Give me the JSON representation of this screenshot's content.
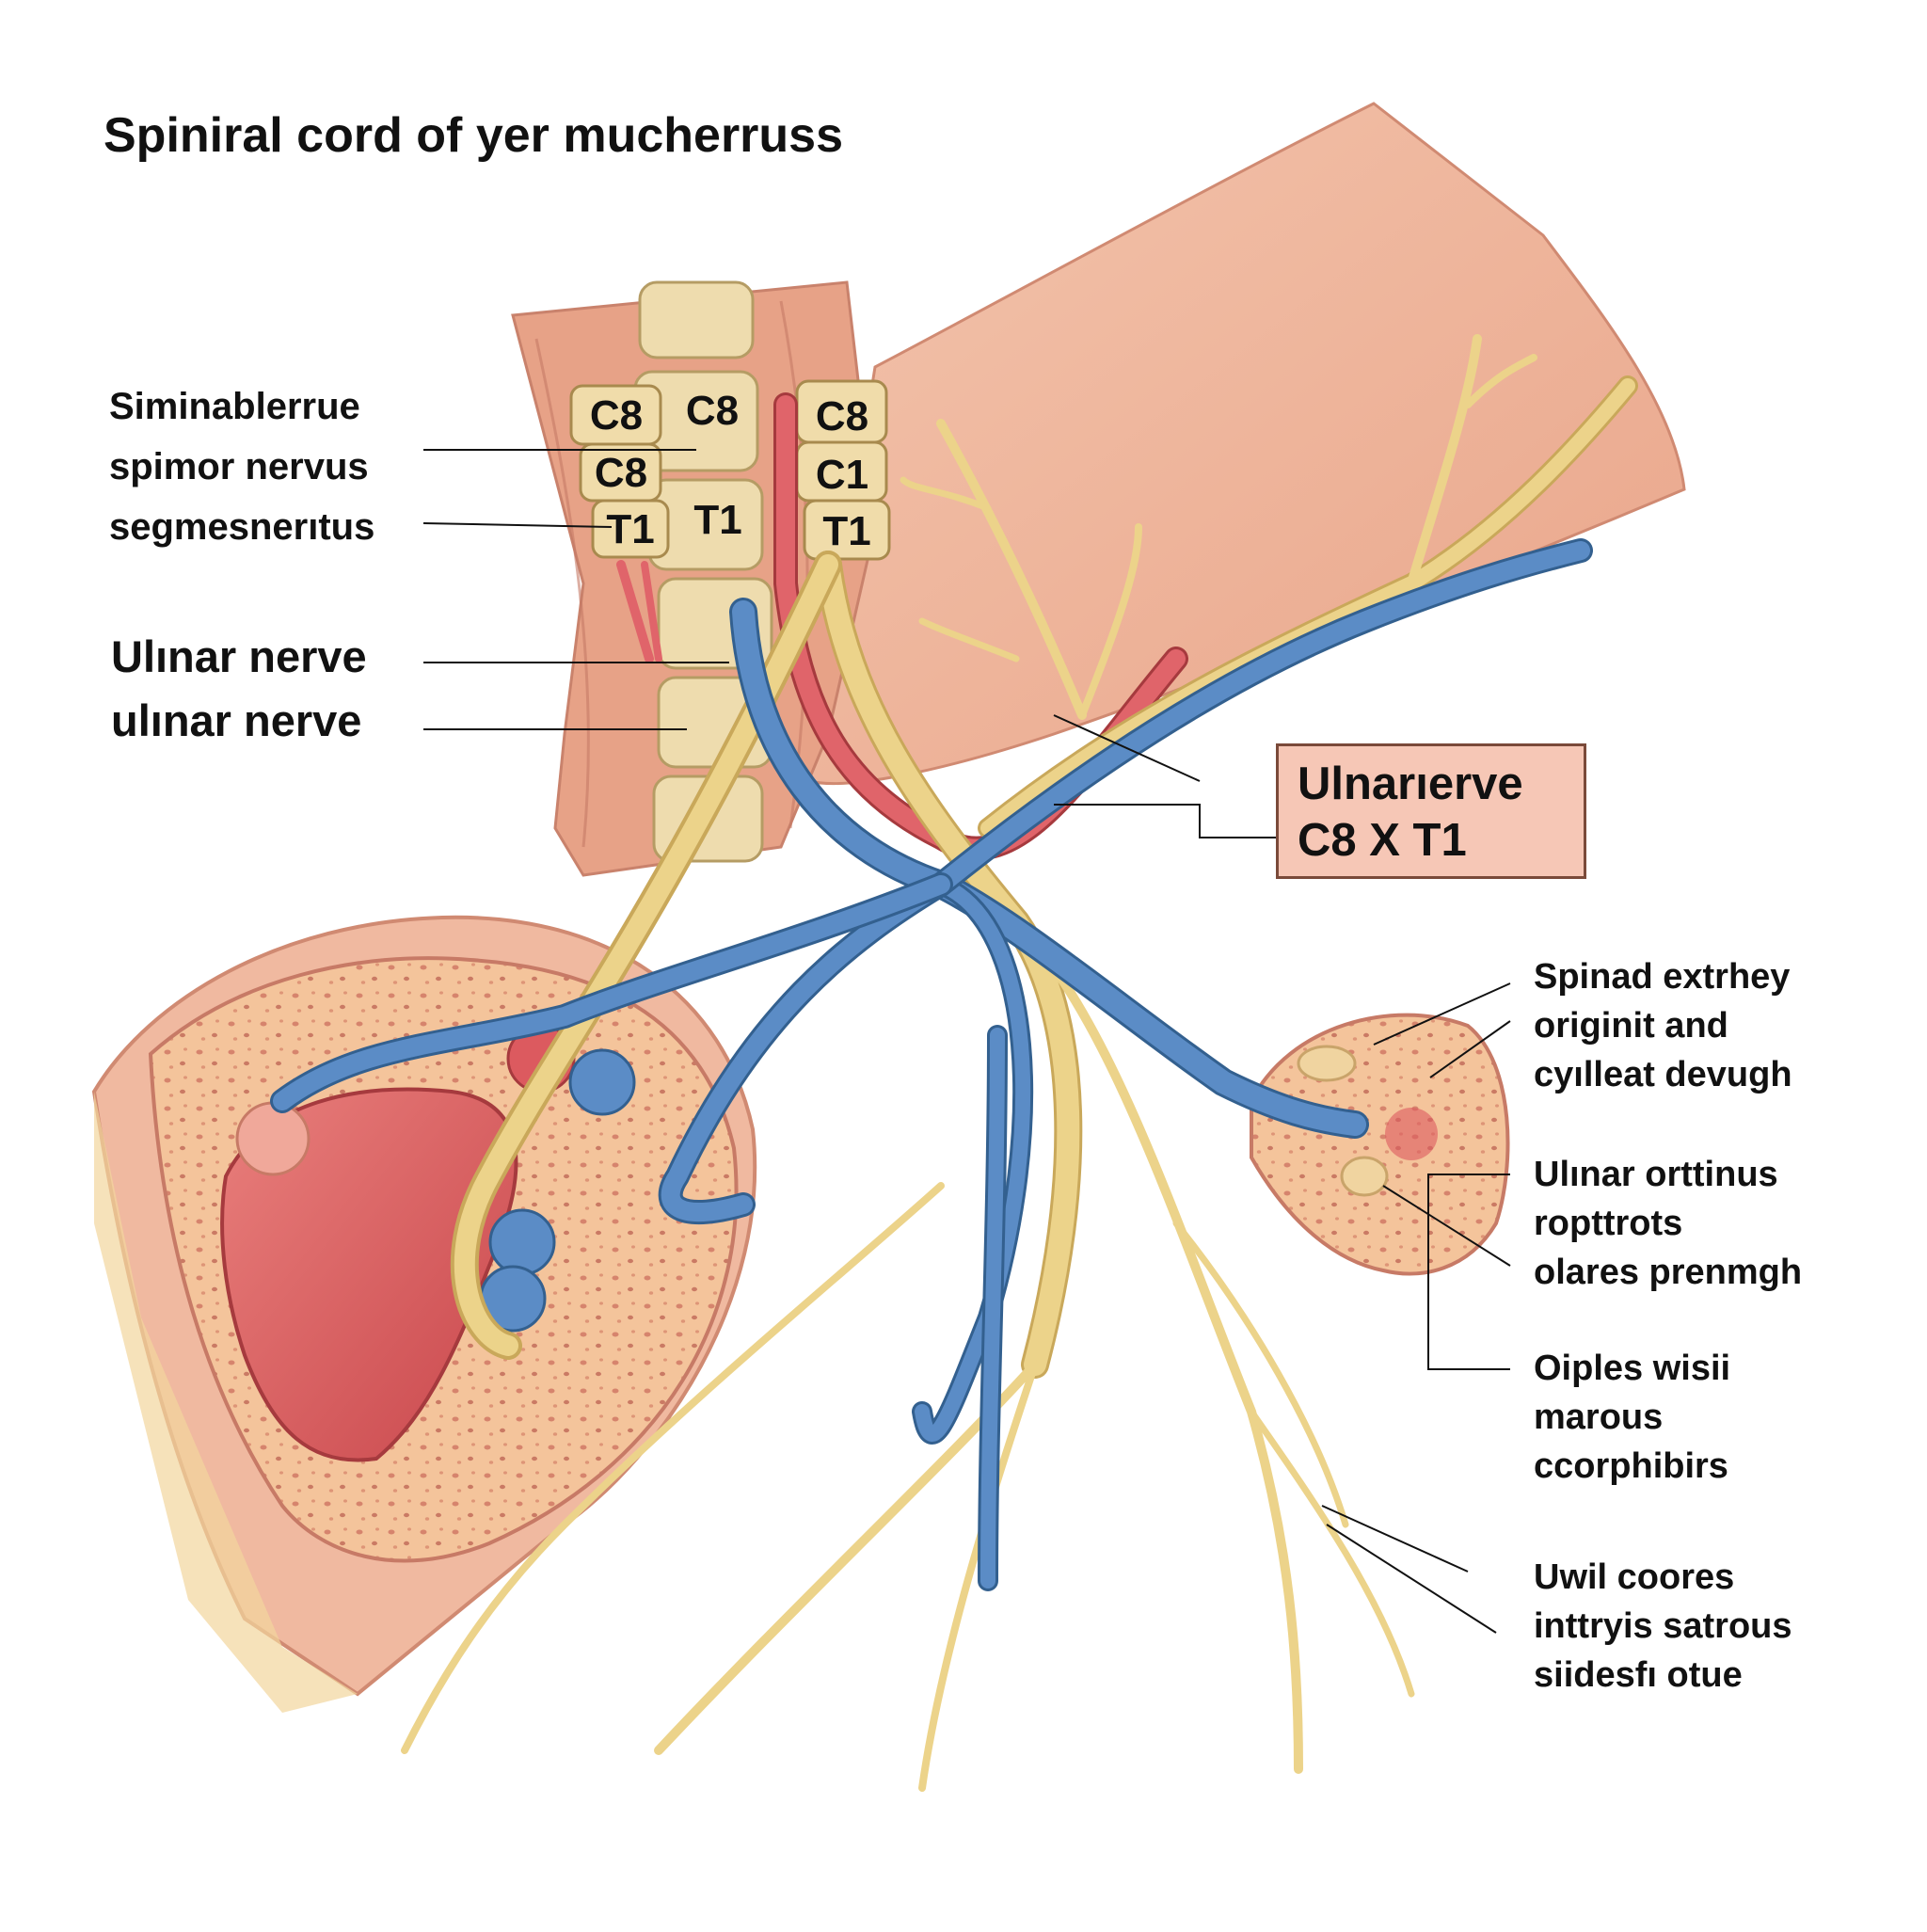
{
  "title": "Spiniral cord of yer mucherruss",
  "left_labels": {
    "top": [
      "Siminablerrue",
      "spimor nervus",
      "segmesnerıtus"
    ],
    "ulnar": [
      "Ulınar nerve",
      "ulınar nerve"
    ]
  },
  "segments": {
    "left": [
      "C8",
      "C8",
      "T1"
    ],
    "middle": [
      "C8",
      "T1"
    ],
    "right": [
      "C8",
      "C1",
      "T1"
    ]
  },
  "callout": [
    "Ulnarıerve",
    "C8   X  T1"
  ],
  "right_labels": [
    [
      "Spinad extrhey",
      "originit and",
      "cyılleat devugh"
    ],
    [
      "Ulınar  orttinus",
      "ropttrots",
      "olares prenmgh"
    ],
    [
      "Oiples wisii",
      "marous",
      "ccorphibirs"
    ],
    [
      "Uwil coores",
      "inttryis satrous",
      "siidesfı otue"
    ]
  ],
  "colors": {
    "skin": "#f0b9a0",
    "bone": "#eedcae",
    "nerve": "#ecd38a",
    "artery": "#e0646a",
    "vein": "#5b8cc6",
    "muscle": "#d45a5c",
    "tissue": "#f4c49b"
  }
}
